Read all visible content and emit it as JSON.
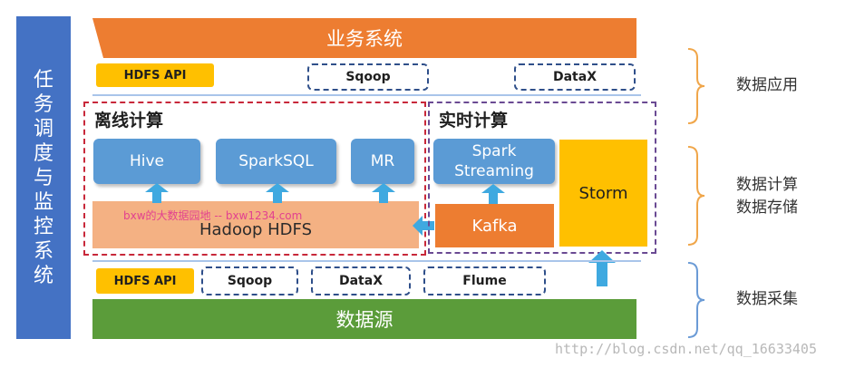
{
  "sidebar": {
    "label": "任务调度与监控系统"
  },
  "top": {
    "banner": "业务系统",
    "tags": {
      "hdfs_api": "HDFS API",
      "sqoop": "Sqoop",
      "datax": "DataX"
    }
  },
  "offline": {
    "title": "离线计算",
    "boxes": {
      "hive": "Hive",
      "sparksql": "SparkSQL",
      "mr": "MR"
    },
    "hdfs": "Hadoop HDFS",
    "hdfs_watermark": "bxw的大数据园地 -- bxw1234.com"
  },
  "realtime": {
    "title": "实时计算",
    "spark_streaming": "Spark Streaming",
    "kafka": "Kafka",
    "storm": "Storm"
  },
  "bottom": {
    "banner": "数据源",
    "tags": {
      "hdfs_api": "HDFS API",
      "sqoop": "Sqoop",
      "datax": "DataX",
      "flume": "Flume"
    }
  },
  "right_labels": {
    "apply": "数据应用",
    "compute_line1": "数据计算",
    "compute_line2": "数据存储",
    "collect": "数据采集"
  },
  "colors": {
    "sidebar": "#4472c4",
    "top_banner": "#ed7d31",
    "bottom_banner": "#5b9c3a",
    "tag_yellow": "#ffc000",
    "blue_box": "#5b9bd5",
    "hdfs": "#f4b183",
    "kafka": "#ed7d31",
    "storm": "#ffc000",
    "arrow": "#3fa9e0",
    "brace": "#f0a64a",
    "brace_collect": "#6b9bd6"
  },
  "watermark": "http://blog.csdn.net/qq_16633405"
}
